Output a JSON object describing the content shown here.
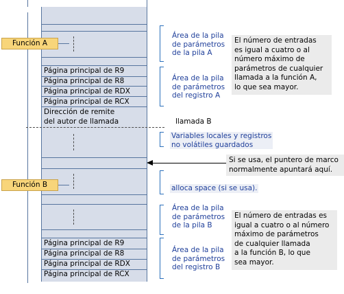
{
  "functions": {
    "a_label": "Función A",
    "b_label": "Función B"
  },
  "stack_a_registers": [
    "Página principal de R9",
    "Página principal de R8",
    "Página principal de RDX",
    "Página principal de RCX"
  ],
  "return_address": "Dirección de remite\ndel autor de llamada",
  "stack_b_registers": [
    "Página principal de R9",
    "Página principal de R8",
    "Página principal de RDX",
    "Página principal de RCX"
  ],
  "annotations": {
    "a_stack_params": "Área de la pila\nde parámetros\nde la pila A",
    "a_register_params": "Área de la pila\nde parámetros\ndel registro A",
    "locals": "Variables locales y registros\nno volátiles guardados",
    "alloca": "alloca space (si se usa).",
    "b_stack_params": "Área de la pila\nde parámetros\nde la pila B",
    "b_register_params": "Área de la pila\nde parámetros\ndel registro B"
  },
  "notes": {
    "a": "El número de entradas\nes igual a cuatro o al\nnúmero máximo de\nparámetros de cualquier\nllamada a la función A,\nlo que sea mayor.",
    "frame_pointer": "Si se usa, el puntero de marco\nnormalmente apuntará aquí.",
    "b": "El número de entradas es\nigual a cuatro o al número\nmáximo de parámetros\nde cualquier llamada\na la función B, lo que\nsea mayor."
  },
  "call_label": "llamada B"
}
